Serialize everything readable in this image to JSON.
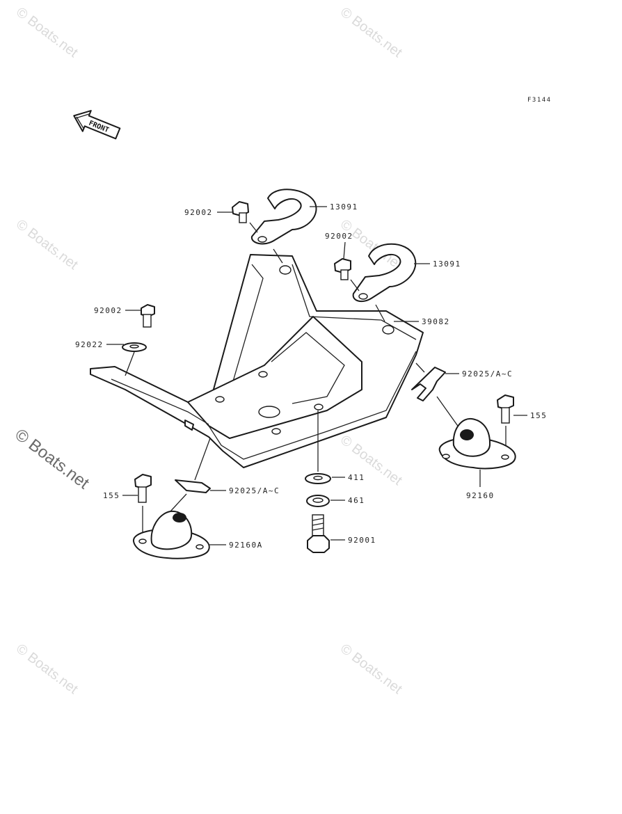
{
  "figure_code": "F3144",
  "front_label": "FRONT",
  "watermark": "© Boats.net",
  "parts": {
    "bracket_top_left": "13091",
    "bolt_top_left": "92002",
    "bracket_top_right": "13091",
    "bolt_top_right": "92002",
    "plate": "39082",
    "bolt_left": "92002",
    "washer_left": "92022",
    "shim_right": "92025/A~C",
    "bolt_right_mount": "155",
    "mount_right": "92160",
    "washer_411": "411",
    "washer_461": "461",
    "bolt_bottom": "92001",
    "shim_left": "92025/A~C",
    "bolt_left_mount": "155",
    "mount_left": "92160A"
  }
}
